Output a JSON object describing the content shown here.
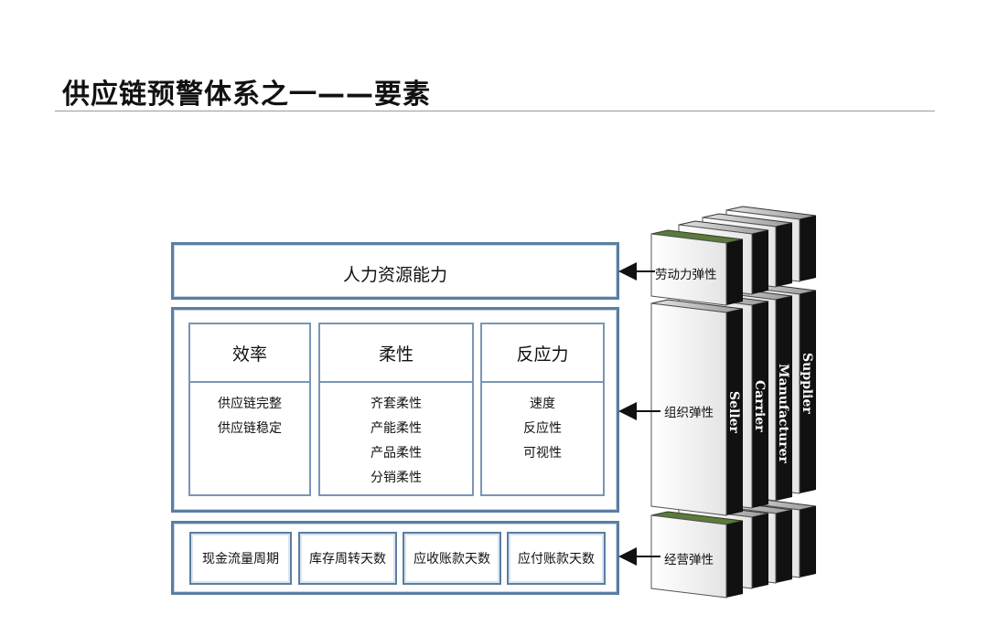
{
  "title": "供应链预警体系之一——要素",
  "hr": {
    "label": "人力资源能力"
  },
  "org": {
    "columns": [
      {
        "header": "效率",
        "items": [
          "供应链完整",
          "供应链稳定"
        ]
      },
      {
        "header": "柔性",
        "items": [
          "齐套柔性",
          "产能柔性",
          "产品柔性",
          "分销柔性"
        ]
      },
      {
        "header": "反应力",
        "items": [
          "速度",
          "反应性",
          "可视性"
        ]
      }
    ]
  },
  "finance": {
    "items": [
      "现金流量周期",
      "库存周转天数",
      "应收账款天数",
      "应付账款天数"
    ]
  },
  "side_labels": {
    "labor": "劳动力弹性",
    "org": "组织弹性",
    "ops": "经营弹性"
  },
  "layers": [
    "Seller",
    "Carrier",
    "Manufacturer",
    "Supplier"
  ],
  "colors": {
    "box_border": "#5a7ea3",
    "block_top_green": "#5b7a3c",
    "block_side": "#111111"
  }
}
